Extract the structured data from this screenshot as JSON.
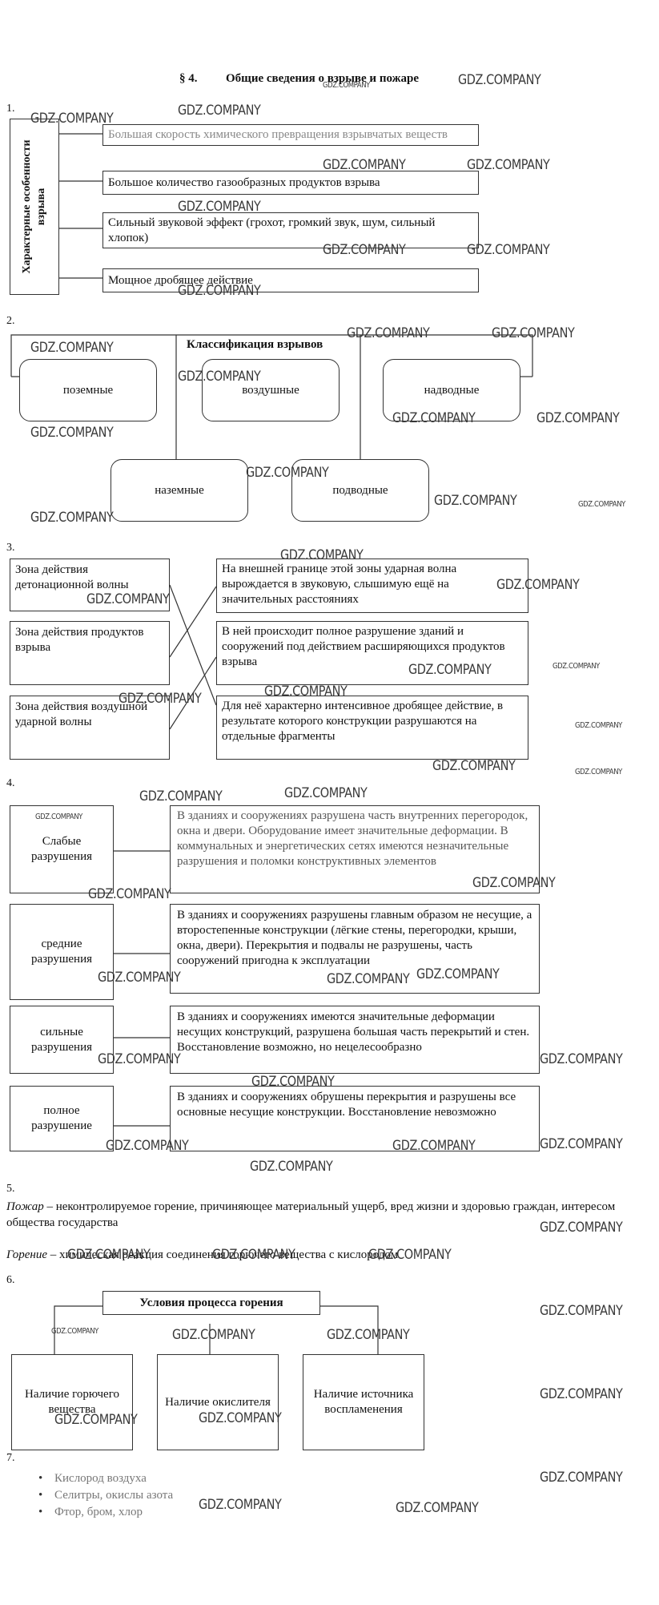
{
  "heading": {
    "section": "§ 4.",
    "title": "Общие сведения о взрыве и пожаре"
  },
  "numbers": [
    "1.",
    "2.",
    "3.",
    "4.",
    "5.",
    "6.",
    "7."
  ],
  "task1": {
    "vertical_label": "Характерные особенности взрыва",
    "items": [
      "Большая скорость химического превращения взрывчатых веществ",
      "Большое количество газообразных продуктов взрыва",
      "Сильный звуковой эффект (грохот, громкий звук, шум, сильный хлопок)",
      "Мощное дробящее действие"
    ]
  },
  "task2": {
    "title": "Классификация взрывов",
    "top": [
      "поземные",
      "воздушные",
      "надводные"
    ],
    "bottom": [
      "наземные",
      "подводные"
    ]
  },
  "task3": {
    "left": [
      "Зона действия детонационной волны",
      "Зона действия продуктов взрыва",
      "Зона действия воздушной ударной волны"
    ],
    "right": [
      "На внешней границе этой зоны ударная волна вырождается в звуковую, слышимую ещё на значительных расстояниях",
      "В ней происходит полное разрушение зданий и сооружений под действием расширяющихся продуктов взрыва",
      "Для неё характерно интенсивное дробящее действие, в результате которого конструкции разрушаются на отдельные фрагменты"
    ]
  },
  "task4": {
    "rows": [
      {
        "label": "Слабые разрушения",
        "text": "В зданиях и сооружениях разрушена часть внутренних перегородок, окна и двери. Оборудование имеет значительные деформации. В коммунальных и энергетических сетях имеются незначительные разрушения и поломки конструктивных элементов"
      },
      {
        "label": "средние разрушения",
        "text": "В зданиях и сооружениях разрушены главным образом не несущие, а второстепенные конструкции (лёгкие стены, перегородки, крыши, окна, двери). Перекрытия и подвалы не разрушены, часть сооружений пригодна к эксплуатации"
      },
      {
        "label": "сильные разрушения",
        "text": "В зданиях и сооружениях имеются значительные деформации несущих конструкций, разрушена большая часть перекрытий и стен. Восстановление возможно, но нецелесообразно"
      },
      {
        "label": "полное разрушение",
        "text": "В зданиях и сооружениях обрушены перекрытия и разрушены все основные несущие конструкции. Восстановление невозможно"
      }
    ]
  },
  "task5": {
    "term1": "Пожар",
    "def1": " – неконтролируемое горение, причиняющее материальный ущерб, вред жизни и здоровью граждан, интересом общества государства",
    "term2": "Горение",
    "def2": " – химическая реакция соединения горючего вещества с кислородом"
  },
  "task6": {
    "title": "Условия процесса горения",
    "items": [
      "Наличие горючего вещества",
      "Наличие окислителя",
      "Наличие источника воспламенения"
    ]
  },
  "task7": {
    "items": [
      "Кислород воздуха",
      "Селитры, окислы азота",
      "Фтор, бром, хлор"
    ]
  },
  "watermark": "GDZ.COMPANY"
}
